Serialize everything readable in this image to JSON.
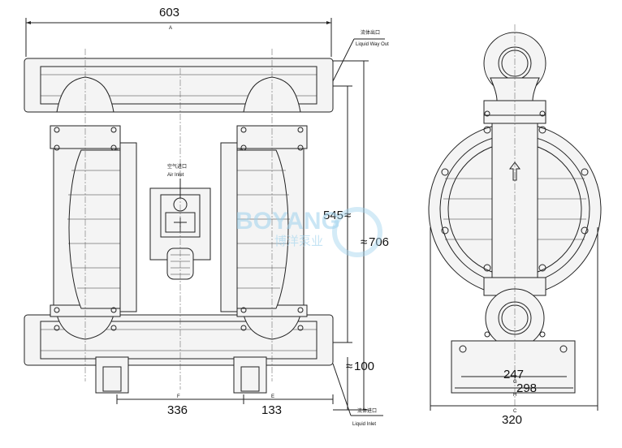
{
  "dimensions": {
    "overall_width": "603",
    "overall_width_letter": "A",
    "height_outlet": "545",
    "height_total": "706",
    "height_inlet": "100",
    "bottom_left": "336",
    "bottom_left_letter": "F",
    "bottom_right": "133",
    "bottom_right_letter": "E",
    "side_inner": "247",
    "side_inner_letter": "G",
    "side_mid": "298",
    "side_mid_letter": "H",
    "side_outer": "320",
    "side_outer_letter": "C"
  },
  "labels": {
    "outlet_cn": "流体出口",
    "outlet_en": "Liquid Way Out",
    "air_cn": "空气进口",
    "air_en": "Air Inlet",
    "inlet_cn": "流体进口",
    "inlet_en": "Liquid Inlet"
  },
  "watermark": {
    "brand": "BOYANG",
    "brand_cn": "博洋泵业"
  }
}
